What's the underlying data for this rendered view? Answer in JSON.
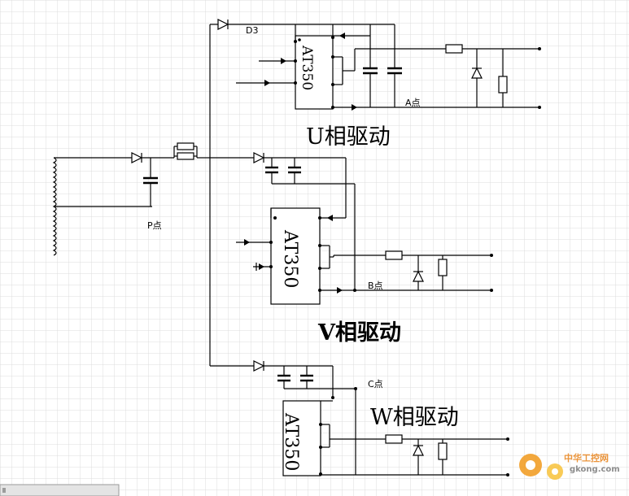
{
  "diagram": {
    "labels": {
      "d3": "D3",
      "p_point": "P点",
      "a_point": "A点",
      "b_point": "B点",
      "c_point": "C点"
    },
    "chips": {
      "u": "AT350",
      "v": "AT350",
      "w": "AT350"
    },
    "titles": {
      "u": "U相驱动",
      "v": "V相驱动",
      "w": "W相驱动"
    }
  },
  "watermark": {
    "name": "中华工控网",
    "url": "gkong.com",
    "accent": "#e8821a"
  },
  "colors": {
    "grid": "#dcdcdc",
    "line": "#000000",
    "watermark_orange": "#f29a1c"
  }
}
